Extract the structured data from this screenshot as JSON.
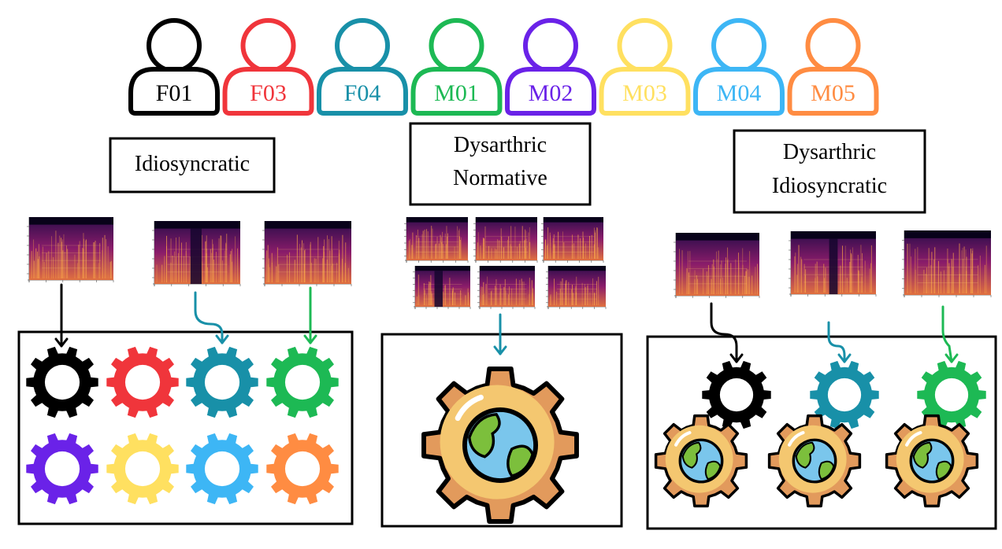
{
  "speakers": [
    {
      "id": "F01",
      "color": "#000000"
    },
    {
      "id": "F03",
      "color": "#f0353b"
    },
    {
      "id": "F04",
      "color": "#1890a8"
    },
    {
      "id": "M01",
      "color": "#1db954"
    },
    {
      "id": "M02",
      "color": "#6a22e8"
    },
    {
      "id": "M03",
      "color": "#ffe060"
    },
    {
      "id": "M04",
      "color": "#3db6f5"
    },
    {
      "id": "M05",
      "color": "#ff8c42"
    }
  ],
  "approaches": {
    "idiosyncratic": {
      "title_lines": [
        "Idiosyncratic"
      ]
    },
    "normative": {
      "title_lines": [
        "Dysarthric",
        "Normative"
      ]
    },
    "dys_idiosyncratic": {
      "title_lines": [
        "Dysarthric",
        "Idiosyncratic"
      ]
    }
  },
  "colors": {
    "gear_gold": "#f4c770",
    "gear_shadow": "#e29a5c",
    "globe_water": "#7ac6ec",
    "globe_land": "#7cbf3c",
    "spectrogram_bg": "#1a0a3a",
    "spectrogram_hot": "#f5a04a"
  }
}
